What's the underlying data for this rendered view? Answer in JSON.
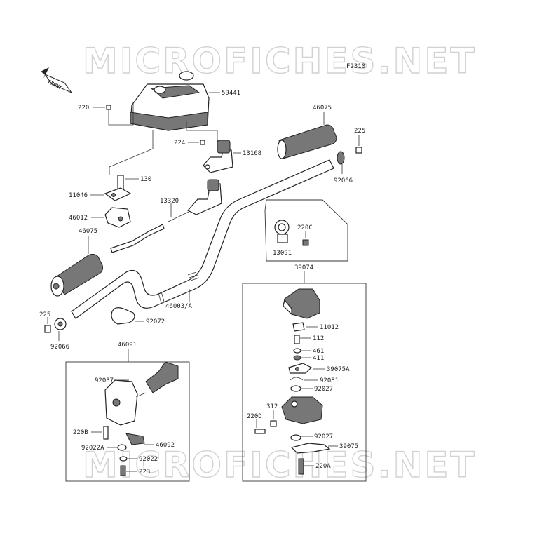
{
  "diagram": {
    "figure_code": "F2310",
    "watermark_top": "MICROFICHES.NET",
    "watermark_bottom": "MICROFICHES.NET",
    "front_label": "FRONT",
    "labels": {
      "p59441": "59441",
      "p220": "220",
      "p224": "224",
      "p13168": "13168",
      "p46075_top": "46075",
      "p225_right": "225",
      "p92066_right": "92066",
      "p130": "130",
      "p11046": "11046",
      "p13320": "13320",
      "p46012": "46012",
      "p46075_left": "46075",
      "p220C": "220C",
      "p13091": "13091",
      "p39074": "39074",
      "p46003A": "46003/A",
      "p225_left": "225",
      "p92072": "92072",
      "p92066_left": "92066",
      "p46091": "46091",
      "p11012": "11012",
      "p112": "112",
      "p461": "461",
      "p411": "411",
      "p39075A": "39075A",
      "p92037": "92037",
      "p92081": "92081",
      "p92027_a": "92027",
      "p312": "312",
      "p220D": "220D",
      "p220B": "220B",
      "p92027_b": "92027",
      "p39075": "39075",
      "p46092": "46092",
      "p92022A": "92022A",
      "p92022": "92022",
      "p220A": "220A",
      "p223": "223"
    }
  }
}
